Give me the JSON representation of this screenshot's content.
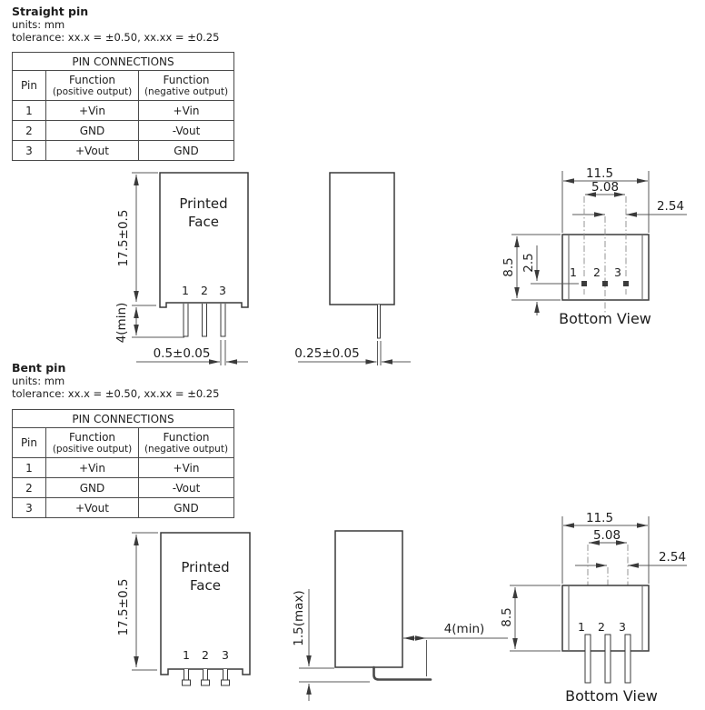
{
  "colors": {
    "background": "#ffffff",
    "line": "#3a3a3a",
    "text": "#1d1d1d"
  },
  "straight": {
    "title": "Straight pin",
    "units": "units: mm",
    "tolerance": "tolerance: xx.x = ±0.50, xx.xx = ±0.25",
    "table": {
      "title": "PIN CONNECTIONS",
      "col_pin": "Pin",
      "col_pos": "Function",
      "col_pos_sub": "(positive output)",
      "col_neg": "Function",
      "col_neg_sub": "(negative output)",
      "rows": [
        {
          "pin": "1",
          "pos": "+Vin",
          "neg": "+Vin"
        },
        {
          "pin": "2",
          "pos": "GND",
          "neg": "-Vout"
        },
        {
          "pin": "3",
          "pos": "+Vout",
          "neg": "GND"
        }
      ]
    },
    "front": {
      "face1": "Printed",
      "face2": "Face",
      "pins": [
        "1",
        "2",
        "3"
      ],
      "dim_body_height": "17.5±0.5",
      "dim_pin_length": "4(min)",
      "dim_pin_width": "0.5±0.05"
    },
    "side": {
      "dim_pin_thickness": "0.25±0.05"
    },
    "bottom": {
      "label": "Bottom View",
      "pins": [
        "1",
        "2",
        "3"
      ],
      "dim_body_width": "11.5",
      "dim_pin_span": "5.08",
      "dim_pin_pitch": "2.54",
      "dim_body_depth": "8.5",
      "dim_pin_row_offset": "2.5"
    }
  },
  "bent": {
    "title": "Bent pin",
    "units": "units: mm",
    "tolerance": "tolerance: xx.x = ±0.50, xx.xx = ±0.25",
    "table": {
      "title": "PIN CONNECTIONS",
      "col_pin": "Pin",
      "col_pos": "Function",
      "col_pos_sub": "(positive output)",
      "col_neg": "Function",
      "col_neg_sub": "(negative output)",
      "rows": [
        {
          "pin": "1",
          "pos": "+Vin",
          "neg": "+Vin"
        },
        {
          "pin": "2",
          "pos": "GND",
          "neg": "-Vout"
        },
        {
          "pin": "3",
          "pos": "+Vout",
          "neg": "GND"
        }
      ]
    },
    "front": {
      "face1": "Printed",
      "face2": "Face",
      "pins": [
        "1",
        "2",
        "3"
      ],
      "dim_body_height": "17.5±0.5"
    },
    "side": {
      "dim_standoff": "1.5(max)",
      "dim_pin_length": "4(min)"
    },
    "bottom": {
      "label": "Bottom View",
      "pins": [
        "1",
        "2",
        "3"
      ],
      "dim_body_width": "11.5",
      "dim_pin_span": "5.08",
      "dim_pin_pitch": "2.54",
      "dim_body_depth": "8.5"
    }
  }
}
